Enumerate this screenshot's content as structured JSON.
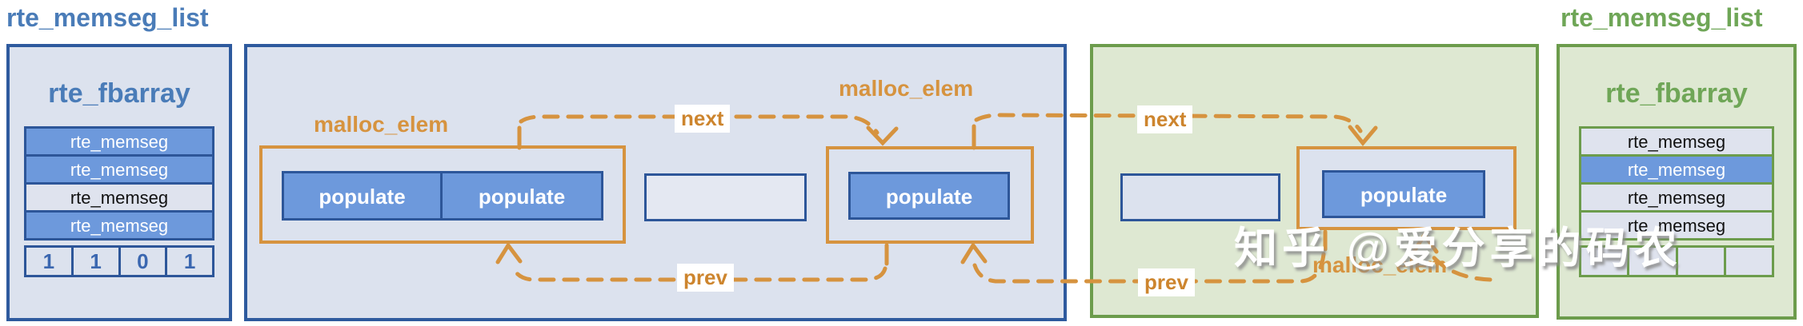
{
  "watermark": "知乎 @爱分享的码农",
  "left_list": {
    "title": "rte_memseg_list",
    "fbarray": {
      "title": "rte_fbarray",
      "rows": [
        "rte_memseg",
        "rte_memseg",
        "rte_memseg",
        "rte_memseg"
      ],
      "row_states": [
        "used",
        "used",
        "free",
        "used"
      ],
      "bits": [
        "1",
        "1",
        "0",
        "1"
      ]
    }
  },
  "blue_heap": {
    "elem1": {
      "label": "malloc_elem",
      "seg1": "populate",
      "seg2": "populate"
    },
    "free_segment": "",
    "elem2": {
      "label": "malloc_elem",
      "seg1": "populate"
    },
    "next": "next",
    "prev": "prev"
  },
  "green_heap": {
    "free_segment": "",
    "elem3": {
      "label": "malloc_elem",
      "seg1": "populate"
    },
    "next": "next",
    "prev": "prev"
  },
  "right_list": {
    "title": "rte_memseg_list",
    "fbarray": {
      "title": "rte_fbarray",
      "rows": [
        "rte_memseg",
        "rte_memseg",
        "rte_memseg",
        "rte_memseg"
      ],
      "row_states": [
        "free",
        "used",
        "free",
        "free"
      ],
      "bits": [
        "",
        "",
        "",
        ""
      ]
    }
  },
  "colors": {
    "accent_blue": "#2e5a9e",
    "cell_blue": "#6d99dc",
    "accent_orange": "#d6933f",
    "accent_green": "#6c9c4c",
    "title_blue": "#4a7cb8",
    "title_green": "#6fa657"
  }
}
